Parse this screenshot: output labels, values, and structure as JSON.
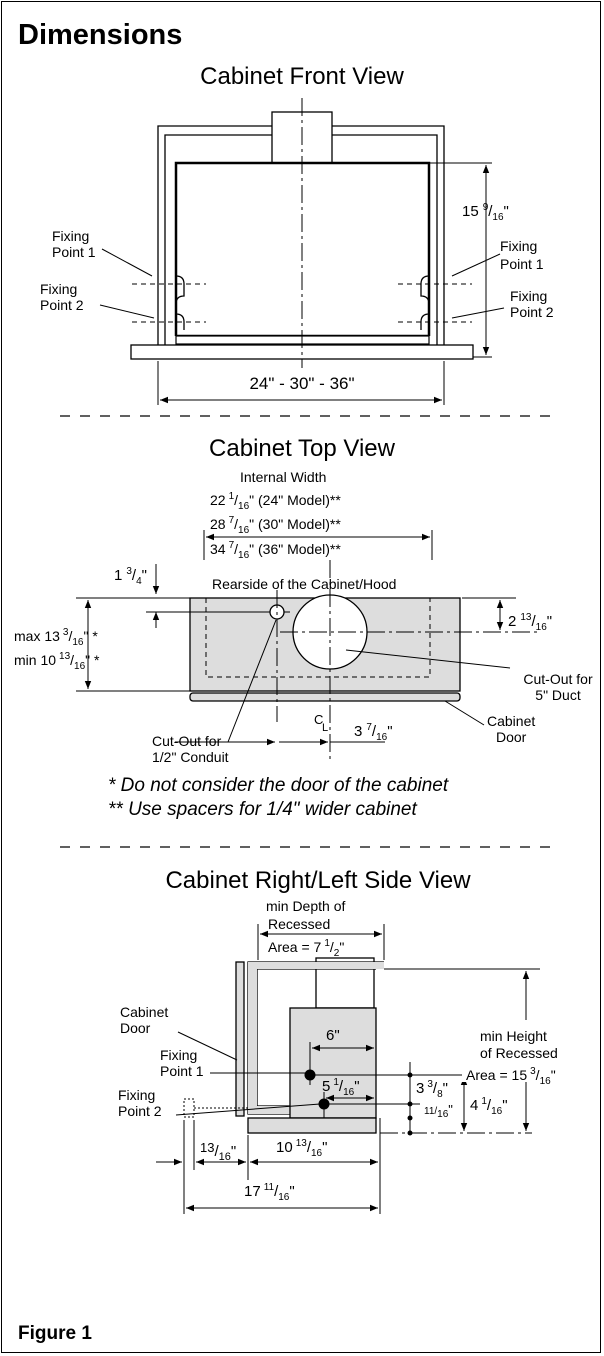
{
  "title": "Dimensions",
  "figure_label": "Figure 1",
  "front_view": {
    "heading": "Cabinet Front View",
    "fix1_left_a": "Fixing",
    "fix1_left_b": "Point 1",
    "fix2_left_a": "Fixing",
    "fix2_left_b": "Point 2",
    "fix1_right_a": "Fixing",
    "fix1_right_b": "Point 1",
    "fix2_right_a": "Fixing",
    "fix2_right_b": "Point 2",
    "height_whole": "15",
    "height_num": "9",
    "height_den": "16",
    "width_dim": "24\" - 30\" - 36\""
  },
  "top_view": {
    "heading": "Cabinet Top View",
    "internal_width": "Internal Width",
    "w24_whole": "22",
    "w24_num": "1",
    "w24_den": "16",
    "w24_model": "\" (24\" Model)**",
    "w30_whole": "28",
    "w30_num": "7",
    "w30_den": "16",
    "w30_model": "\" (30\" Model)**",
    "w36_whole": "34",
    "w36_num": "7",
    "w36_den": "16",
    "w36_model": "\" (36\" Model)**",
    "offset_whole": "1",
    "offset_num": "3",
    "offset_den": "4",
    "rearside": "Rearside of the Cabinet/Hood",
    "max_label": "max 13",
    "max_num": "3",
    "max_den": "16",
    "max_tail": "\" *",
    "min_label": "min 10",
    "min_num": "13",
    "min_den": "16",
    "min_tail": "\" *",
    "duct_offset_whole": "2",
    "duct_offset_num": "13",
    "duct_offset_den": "16",
    "cutout_duct_a": "Cut-Out for",
    "cutout_duct_b": "5\" Duct",
    "cutout_conduit_a": "Cut-Out for",
    "cutout_conduit_b": "1/2\" Conduit",
    "door_a": "Cabinet",
    "door_b": "Door",
    "conduit_offset_whole": "3",
    "conduit_offset_num": "7",
    "conduit_offset_den": "16",
    "note1": "* Do not consider the door of the cabinet",
    "note2": "** Use spacers for 1/4\" wider cabinet"
  },
  "side_view": {
    "heading": "Cabinet Right/Left Side View",
    "depth_a": "min Depth of",
    "depth_b": "Recessed",
    "depth_c": "Area = 7",
    "depth_num": "1",
    "depth_den": "2",
    "door_a": "Cabinet",
    "door_b": "Door",
    "fix1_a": "Fixing",
    "fix1_b": "Point 1",
    "fix2_a": "Fixing",
    "fix2_b": "Point 2",
    "height_a": "min Height",
    "height_b": "of Recessed",
    "height_c": "Area = 15",
    "height_num": "3",
    "height_den": "16",
    "dim_6": "6\"",
    "dim_5_whole": "5",
    "dim_5_num": "1",
    "dim_5_den": "16",
    "dim_3_whole": "3",
    "dim_3_num": "3",
    "dim_3_den": "8",
    "dim_11_num": "11",
    "dim_11_den": "16",
    "dim_4_whole": "4",
    "dim_4_num": "1",
    "dim_4_den": "16",
    "dim_13_num": "13",
    "dim_13_den": "16",
    "dim_10_whole": "10",
    "dim_10_num": "13",
    "dim_10_den": "16",
    "dim_17_whole": "17",
    "dim_17_num": "11",
    "dim_17_den": "16"
  }
}
